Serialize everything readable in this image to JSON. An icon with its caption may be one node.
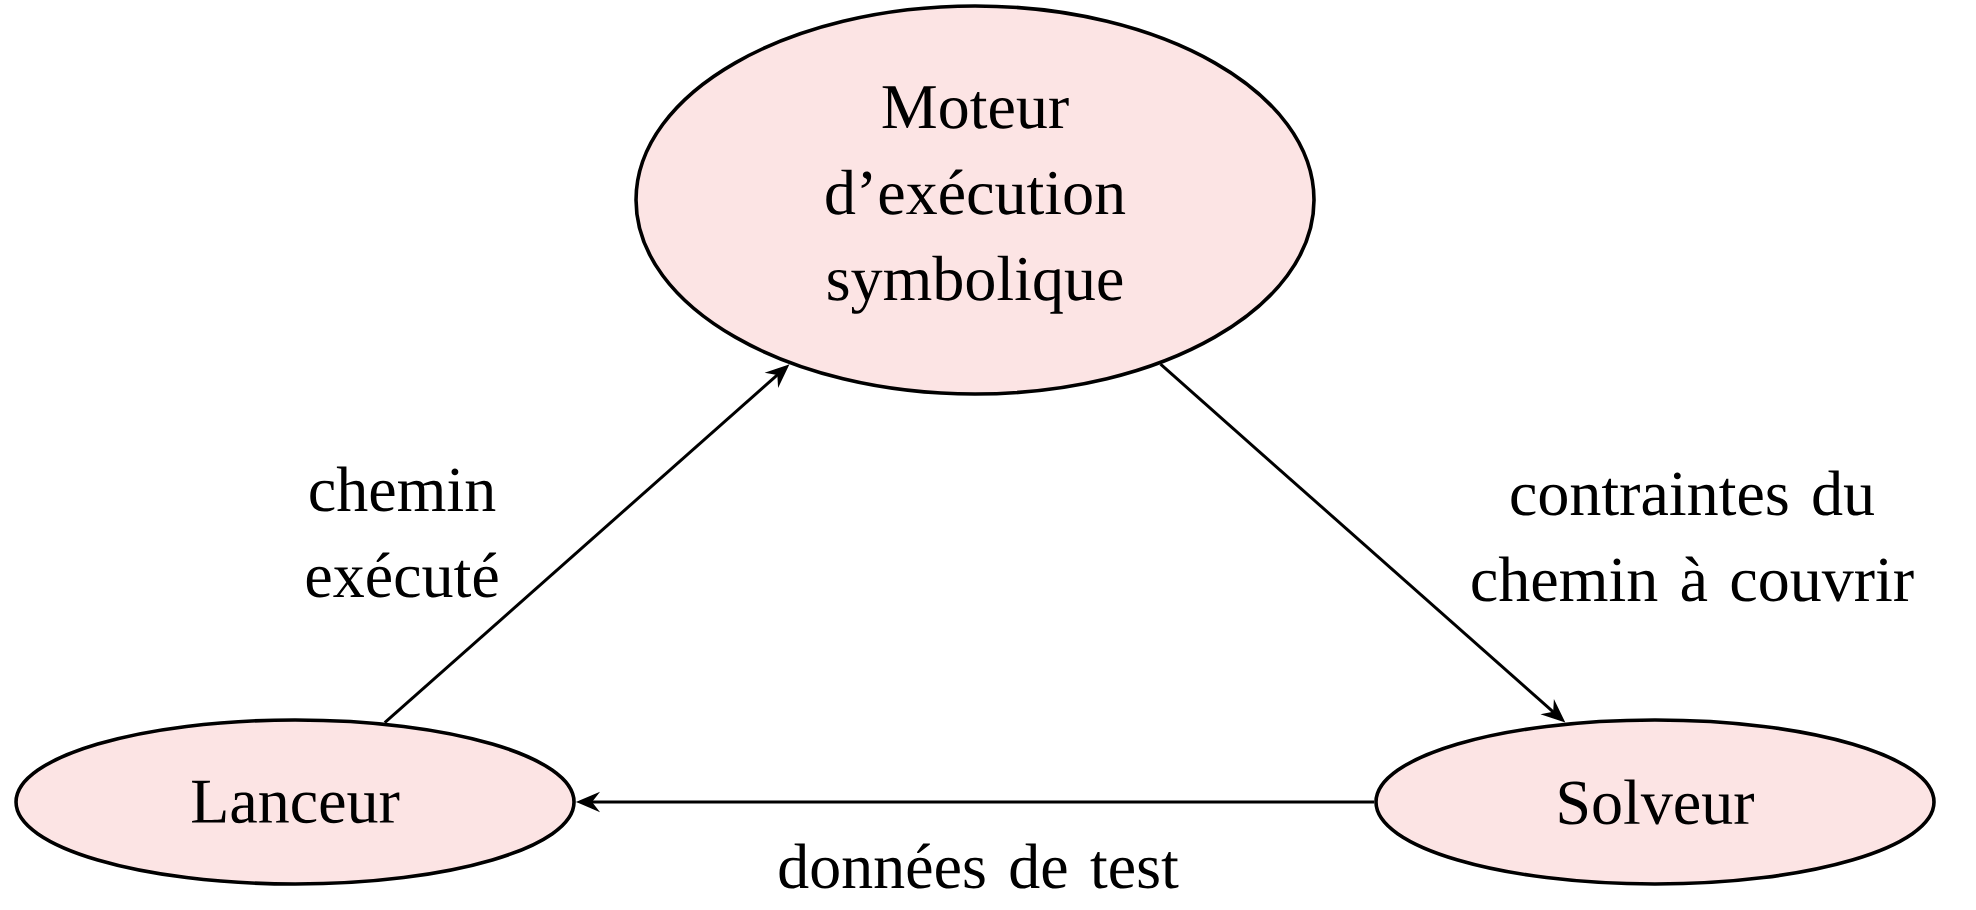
{
  "diagram": {
    "nodes": [
      {
        "text": [
          "Moteur d’exécution symbolique"
        ]
      },
      {
        "text": [
          "Lanceur"
        ]
      },
      {
        "text": [
          "Solveur"
        ]
      }
    ],
    "edges": [
      {
        "from": 1,
        "to": 0,
        "arrow": "to",
        "label": "chemin exécuté"
      },
      {
        "from": 0,
        "to": 2,
        "arrow": "to",
        "label": "contraintes du chemin à couvrir"
      },
      {
        "from": 2,
        "to": 1,
        "arrow": "to",
        "label": "données de test"
      }
    ]
  }
}
